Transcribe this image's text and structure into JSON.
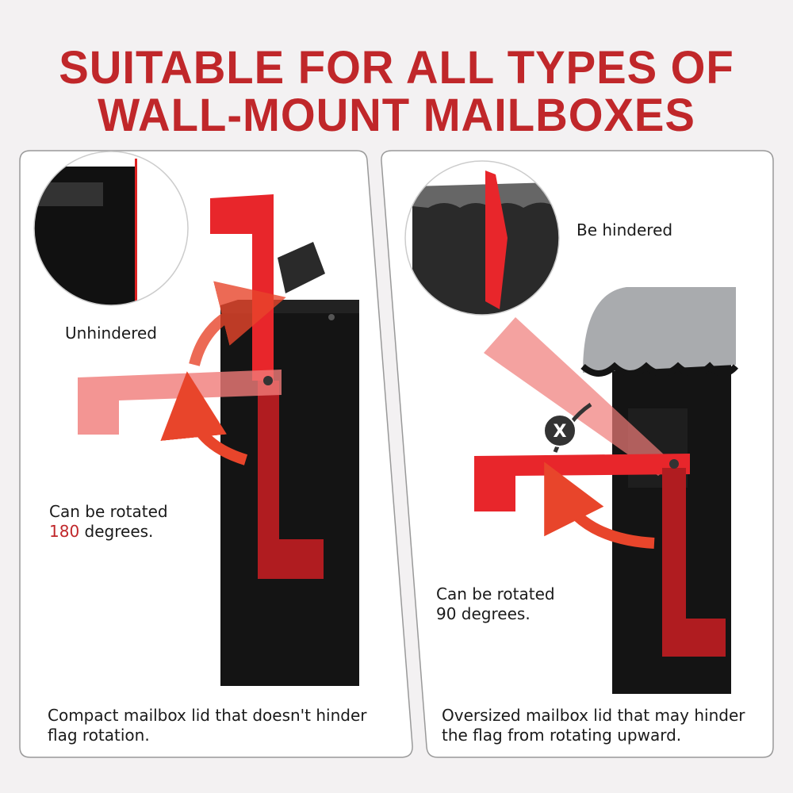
{
  "title": {
    "line1": "SUITABLE FOR ALL TYPES OF",
    "line2": "WALL-MOUNT MAILBOXES"
  },
  "colors": {
    "title_red": "#c0272a",
    "flag_red": "#e8262b",
    "mailbox_black": "#141414",
    "lid_silver": "#a9abae"
  },
  "left_panel": {
    "inset_label": "Unhindered",
    "rotation_line1": "Can be rotated",
    "rotation_value": "180",
    "rotation_suffix": " degrees.",
    "caption": "Compact mailbox lid that doesn't hinder flag rotation."
  },
  "right_panel": {
    "inset_label": "Be hindered",
    "blocked_icon_text": "X",
    "rotation_line1": "Can be rotated",
    "rotation_value": "90",
    "rotation_suffix": " degrees.",
    "caption": "Oversized mailbox lid that may hinder the flag from rotating upward."
  }
}
